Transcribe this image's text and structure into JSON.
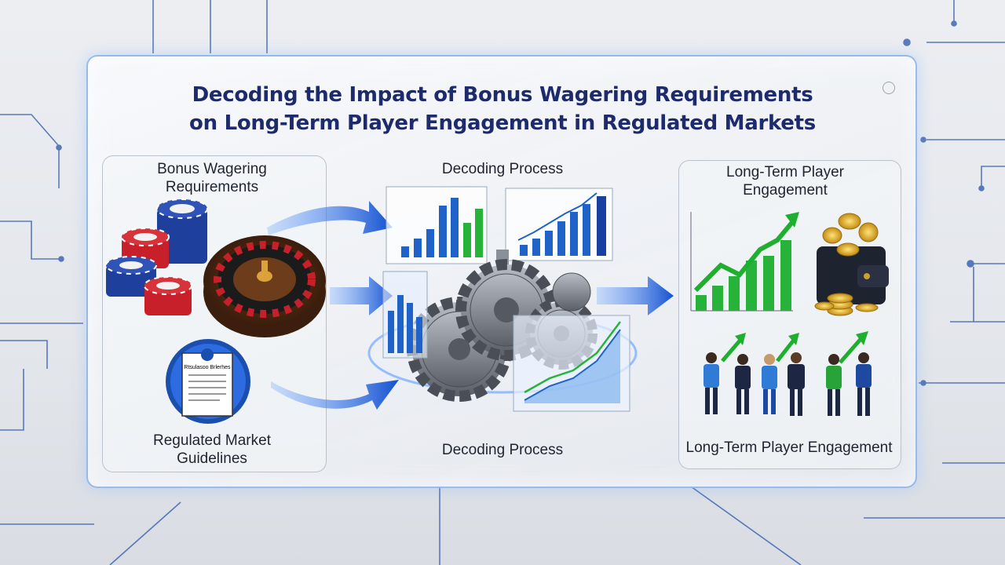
{
  "title": {
    "line1": "Decoding the Impact of Bonus Wagering Requirements",
    "line2": "on Long-Term Player Engagement in Regulated Markets"
  },
  "left": {
    "top_label": "Bonus Wagering Requirements",
    "bottom_label": "Regulated Market Guidelines",
    "document_heading": "Rtsulasoo Brlerhes"
  },
  "center": {
    "top_label": "Decoding Process",
    "bottom_label": "Decoding Process"
  },
  "right": {
    "top_label": "Long-Term Player Engagement",
    "bottom_label": "Long-Term Player Engagement"
  },
  "colors": {
    "title": "#1d2a6b",
    "arrow_blue": "#1a5fd6",
    "bar_blue": "#1f63c9",
    "bar_green": "#27b33a",
    "chip_red": "#c8202a",
    "chip_blue": "#1e3f9c",
    "gold": "#e2b22a"
  },
  "icons": [
    "poker-chips-icon",
    "roulette-wheel-icon",
    "document-icon",
    "gear-icon",
    "bar-chart-icon",
    "line-chart-icon",
    "wallet-icon",
    "gold-coins-icon",
    "people-icon",
    "growth-arrow-icon"
  ]
}
